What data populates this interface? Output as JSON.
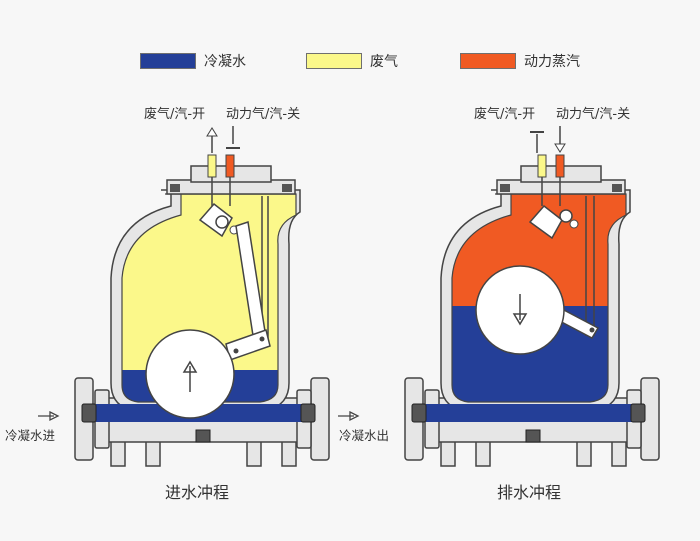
{
  "colors": {
    "condensate": "#243f98",
    "exhaust": "#fbf88a",
    "motive_steam": "#f05a23",
    "body": "#e6e6e6",
    "outline": "#444444"
  },
  "legend": [
    {
      "label": "冷凝水",
      "color": "#243f98"
    },
    {
      "label": "废气",
      "color": "#fbf88a"
    },
    {
      "label": "动力蒸汽",
      "color": "#f05a23"
    }
  ],
  "left_pump": {
    "exhaust_valve_label": "废气/汽-开",
    "motive_valve_label": "动力气/汽-关",
    "inlet_label": "冷凝水进",
    "outlet_label": "冷凝水出",
    "stroke_label": "进水冲程"
  },
  "right_pump": {
    "exhaust_valve_label": "废气/汽-开",
    "motive_valve_label": "动力气/汽-关",
    "stroke_label": "排水冲程"
  }
}
